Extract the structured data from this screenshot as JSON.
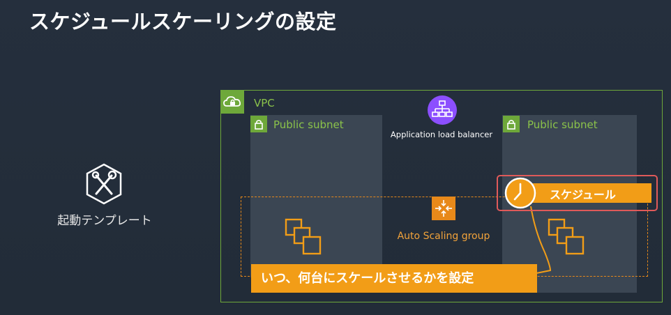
{
  "slide": {
    "title": "スケジュールスケーリングの設定"
  },
  "launch_template": {
    "label": "起動テンプレート",
    "icon": "tools-hexagon-icon"
  },
  "vpc": {
    "label": "VPC",
    "icon": "cloud-lock-icon",
    "color": "#6ea83a"
  },
  "subnets": [
    {
      "label": "Public subnet",
      "icon": "lock-icon"
    },
    {
      "label": "Public subnet",
      "icon": "lock-icon"
    }
  ],
  "load_balancer": {
    "label": "Application load balancer",
    "icon": "load-balancer-icon",
    "color": "#8c4fff"
  },
  "auto_scaling_group": {
    "label": "Auto Scaling group",
    "icon": "scaling-arrows-icon",
    "color": "#e8891a"
  },
  "schedule": {
    "label": "スケジュール",
    "icon": "clock-icon",
    "highlight_color": "#e05a5a"
  },
  "callout": {
    "text": "いつ、何台にスケールさせるかを設定",
    "color": "#f29d17"
  }
}
